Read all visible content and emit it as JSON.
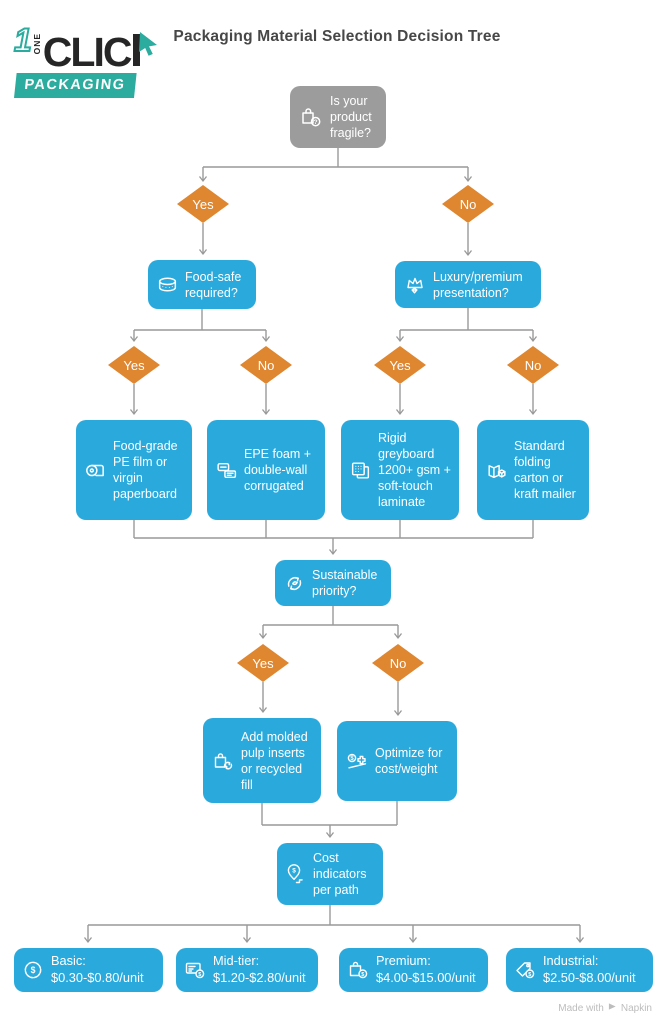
{
  "brand": {
    "one": "ONE",
    "click": "CLIC",
    "tagline": "PACKAGING",
    "teal": "#2BAC9E"
  },
  "title": "Packaging Material Selection Decision Tree",
  "colors": {
    "node_blue": "#29A9DC",
    "decision_orange": "#DE8630",
    "root_gray": "#9C9C9C",
    "line_gray": "#999999"
  },
  "decisions": {
    "yes": "Yes",
    "no": "No"
  },
  "nodes": {
    "root": {
      "label": "Is your product fragile?",
      "icon": "package-question-icon"
    },
    "food_safe": {
      "label": "Food-safe required?",
      "icon": "food-container-icon"
    },
    "luxury": {
      "label": "Luxury/premium presentation?",
      "icon": "crown-icon"
    },
    "opt_food_grade": {
      "label": "Food-grade PE film or virgin paperboard",
      "icon": "film-roll-icon"
    },
    "opt_epe": {
      "label": "EPE foam + double-wall corrugated",
      "icon": "foam-box-icon"
    },
    "opt_rigid": {
      "label": "Rigid greyboard 1200+ gsm + soft-touch laminate",
      "icon": "greyboard-icon"
    },
    "opt_standard": {
      "label": "Standard folding carton or kraft mailer",
      "icon": "folding-carton-icon"
    },
    "sustainable": {
      "label": "Sustainable priority?",
      "icon": "recycle-icon"
    },
    "act_pulp": {
      "label": "Add molded pulp inserts or recycled fill",
      "icon": "pulp-recycle-icon"
    },
    "act_optimize": {
      "label": "Optimize for cost/weight",
      "icon": "cost-weight-icon"
    },
    "cost": {
      "label": "Cost indicators per path",
      "icon": "price-pin-icon"
    },
    "leaf_basic": {
      "tier": "Basic:",
      "range": "$0.30-$0.80/unit",
      "icon": "dollar-badge-icon"
    },
    "leaf_mid": {
      "tier": "Mid-tier:",
      "range": "$1.20-$2.80/unit",
      "icon": "card-coin-icon"
    },
    "leaf_premium": {
      "tier": "Premium:",
      "range": "$4.00-$15.00/unit",
      "icon": "bag-coin-icon"
    },
    "leaf_industrial": {
      "tier": "Industrial:",
      "range": "$2.50-$8.00/unit",
      "icon": "tag-coin-icon"
    }
  },
  "footer": {
    "made_with": "Made with",
    "brand": "Napkin"
  }
}
